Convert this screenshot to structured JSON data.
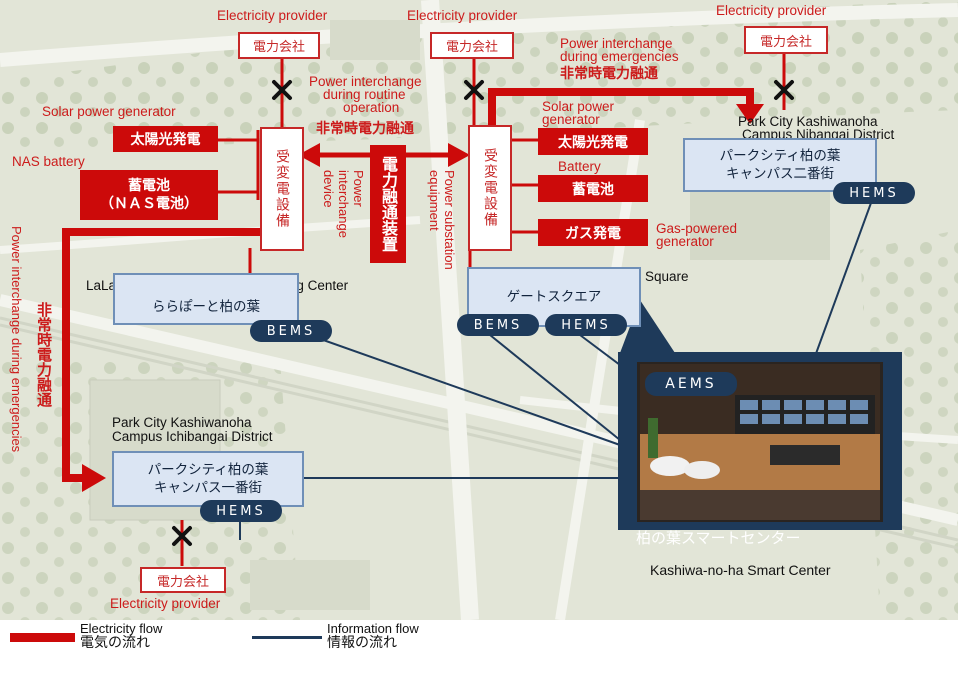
{
  "providers": [
    {
      "en": "Electricity provider",
      "jp": "電力会社"
    },
    {
      "en": "Electricity provider",
      "jp": "電力会社"
    },
    {
      "en": "Electricity provider",
      "jp": "電力会社"
    },
    {
      "en": "Electricity provider",
      "jp": "電力会社"
    }
  ],
  "flow_labels": {
    "routine_line1": "Power interchange",
    "routine_line2": "during routine",
    "routine_line3": "operation",
    "emergency_top_line1": "Power interchange",
    "emergency_top_line2": "during emergencies",
    "emergency_top_jp": "非常時電力融通",
    "emergency_mid_jp": "非常時電力融通",
    "emergency_left_jp": "非常時電力融通",
    "emergency_left_en": "Power interchange during emergencies"
  },
  "left_generation": {
    "solar_en": "Solar power generator",
    "solar_jp": "太陽光発電",
    "nas_en": "NAS battery",
    "nas_jp_line1": "蓄電池",
    "nas_jp_line2": "（ＮＡＳ電池）"
  },
  "right_generation": {
    "solar_en_line1": "Solar power",
    "solar_en_line2": "generator",
    "solar_jp": "太陽光発電",
    "battery_en": "Battery",
    "battery_jp": "蓄電池",
    "gas_en_line1": "Gas-powered",
    "gas_en_line2": "generator",
    "gas_jp": "ガス発電"
  },
  "substation_jp": "受変電設備",
  "substation_en_line1": "Power substation",
  "substation_en_line2": "equipment",
  "interchange_device_jp": "電力融通装置",
  "interchange_device_en_line1": "Power",
  "interchange_device_en_line2": "interchange",
  "interchange_device_en_line3": "device",
  "facilities": {
    "lalaport_en": "LaLaport KASHIWANOHA Shopping Center",
    "lalaport_jp": "ららぽーと柏の葉",
    "gate_en": "Gate Square",
    "gate_jp": "ゲートスクエア",
    "nibangai_en_line1": "Park City Kashiwanoha",
    "nibangai_en_line2": "Campus Nibangai District",
    "nibangai_jp_line1": "パークシティ柏の葉",
    "nibangai_jp_line2": "キャンパス二番街",
    "ichibangai_en_line1": "Park City Kashiwanoha",
    "ichibangai_en_line2": "Campus Ichibangai District",
    "ichibangai_jp_line1": "パークシティ柏の葉",
    "ichibangai_jp_line2": "キャンパス一番街"
  },
  "ems": {
    "bems": "BEMS",
    "hems": "HEMS",
    "aems": "AEMS"
  },
  "smart_center": {
    "jp": "柏の葉スマートセンター",
    "en": "Kashiwa-no-ha Smart Center"
  },
  "legend": {
    "electricity_en": "Electricity flow",
    "electricity_jp": "電気の流れ",
    "information_en": "Information flow",
    "information_jp": "情報の流れ"
  },
  "colors": {
    "electric": "#cc0a0a",
    "info": "#1e3a5a",
    "map": "#dfe3d4"
  },
  "icons": [
    "cross-icon"
  ]
}
